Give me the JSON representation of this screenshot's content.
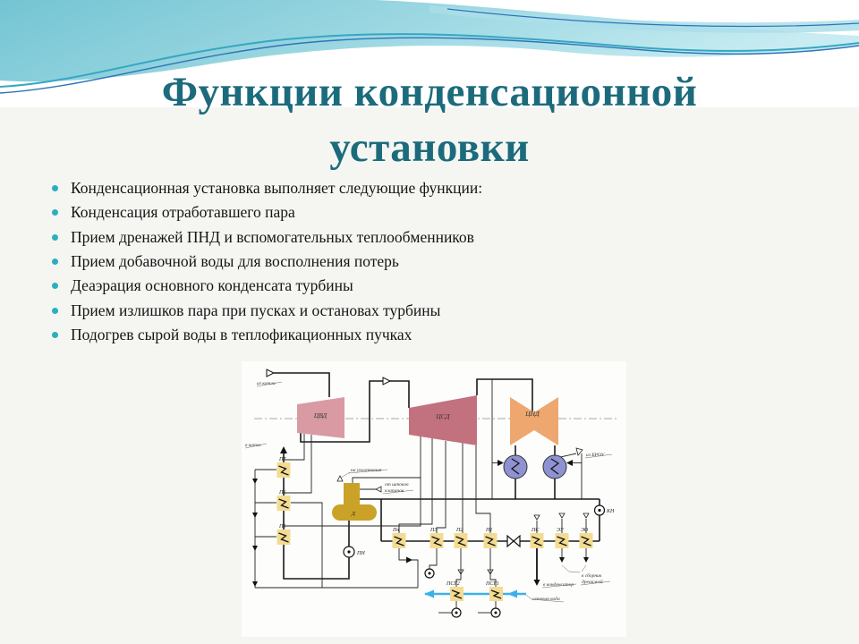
{
  "slide": {
    "title": {
      "line1": "Функции конденсационной",
      "line2": "установки"
    },
    "bullets": [
      "Конденсационная установка выполняет следующие функции:",
      "Конденсация отработавшего пара",
      "Прием дренажей ПНД и вспомогательных теплообменников",
      "Прием добавочной воды для восполнения потерь",
      "Деаэрация основного конденсата турбины",
      "Прием излишков пара при пусках и остановах турбины",
      "Подогрев сырой воды в теплофикационных пучках"
    ]
  },
  "diagram": {
    "cylinders": {
      "hp": "ЦВД",
      "ip": "ЦСД",
      "lp": "ЦНД"
    },
    "deaerator_label": "Д",
    "pumps": {
      "feed": "ПН",
      "condensate": "КН"
    },
    "heaters": {
      "hp_chain": [
        "П7",
        "П6",
        "П5"
      ],
      "lp_chain": [
        "П4",
        "П3",
        "П2",
        "П1"
      ],
      "aux": [
        "ПС",
        "ЭУ",
        "ЭО"
      ],
      "network": [
        "ПСГ2",
        "ПСГ1"
      ]
    },
    "labels": {
      "from_boiler": "из котла",
      "to_boiler": "в котел",
      "to_seals": "на уплотнения",
      "from_valve_stems_line1": "от штоков",
      "from_valve_stems_line2": "клапанов",
      "from_brou": "из БРОУ",
      "to_condenser": "в конденсатор",
      "to_drain_collector_line1": "в сборник",
      "to_drain_collector_line2": "дренажей",
      "network_water": "сетевая вода"
    },
    "colors": {
      "hp_cylinder": "#d99aa4",
      "ip_cylinder": "#c2717f",
      "lp_cylinder": "#eda76f",
      "condenser": "#8e92d0",
      "deaerator": "#c9a227",
      "heater": "#f3dc92",
      "network_water_line": "#3db0e8"
    }
  },
  "theme": {
    "background": "#f5f6f2",
    "bullet_accent": "#29b0bc",
    "title_color": "#1c6b7c",
    "wave_aqua_dark": "#74c4d3",
    "wave_aqua_light": "#c8ecf2",
    "wave_line_teal": "#35a7c2",
    "wave_line_blue": "#2f74b8"
  }
}
